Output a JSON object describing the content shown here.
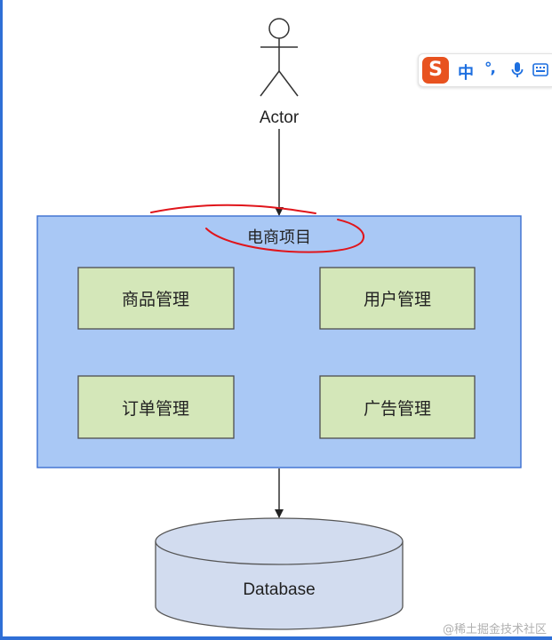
{
  "diagram": {
    "actor": {
      "label": "Actor"
    },
    "project": {
      "title": "电商项目",
      "fill": "#a9c8f5",
      "stroke": "#3b6fd0"
    },
    "modules": [
      {
        "label": "商品管理"
      },
      {
        "label": "用户管理"
      },
      {
        "label": "订单管理"
      },
      {
        "label": "广告管理"
      }
    ],
    "module_fill": "#d4e7b9",
    "module_stroke": "#4d4d4d",
    "database": {
      "label": "Database",
      "fill": "#d2dcef"
    },
    "annotation_color": "#e0151b"
  },
  "ime_toolbar": {
    "logo_letter": "S",
    "language": "中",
    "punctuation": "°,",
    "icons": [
      "microphone-icon",
      "keyboard-icon"
    ]
  },
  "watermark": "@稀土掘金技术社区"
}
